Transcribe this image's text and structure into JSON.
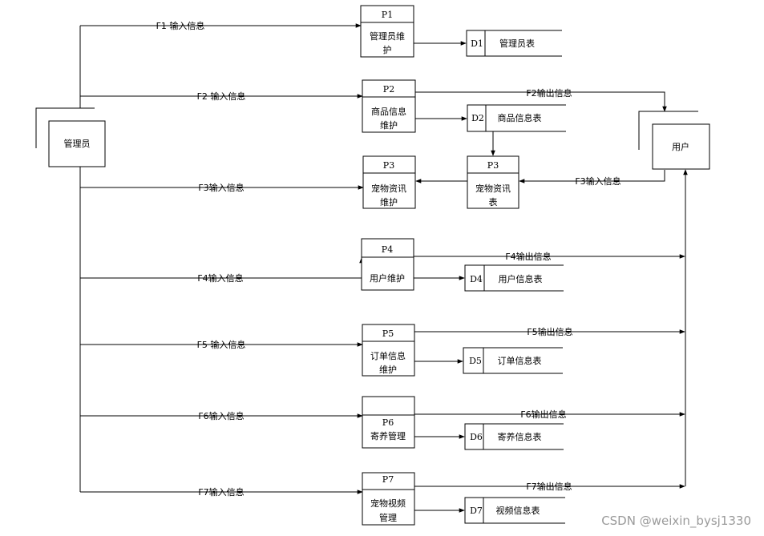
{
  "external_entities": {
    "admin": "管理员",
    "user": "用户"
  },
  "processes": [
    {
      "id": "P1",
      "lines": [
        "管理员维",
        "护"
      ]
    },
    {
      "id": "P2",
      "lines": [
        "商品信息",
        "维护"
      ]
    },
    {
      "id": "P3",
      "lines": [
        "宠物资讯",
        "维护"
      ]
    },
    {
      "id": "P4",
      "lines": [
        "用户维护"
      ]
    },
    {
      "id": "P5",
      "lines": [
        "订单信息",
        "维护"
      ]
    },
    {
      "id": "P6",
      "lines": [
        "寄养管理"
      ]
    },
    {
      "id": "P7",
      "lines": [
        "宠物视频",
        "管理"
      ]
    }
  ],
  "info_table_box": {
    "id": "P3",
    "lines": [
      "宠物资讯",
      "表"
    ]
  },
  "data_stores": [
    {
      "id": "D1",
      "name": "管理员表"
    },
    {
      "id": "D2",
      "name": "商品信息表"
    },
    {
      "id": "D4",
      "name": "用户信息表"
    },
    {
      "id": "D5",
      "name": "订单信息表"
    },
    {
      "id": "D6",
      "name": "寄养信息表"
    },
    {
      "id": "D7",
      "name": "视频信息表"
    }
  ],
  "input_flows": [
    "F1 输入信息",
    "F2 输入信息",
    "F3输入信息",
    "F4输入信息",
    "F5 输入信息",
    "F6输入信息",
    "F7输入信息"
  ],
  "user_input_flow": "F3输入信息",
  "output_flows": [
    "F2输出信息",
    "F4输出信息",
    "F5输出信息",
    "F6输出信息",
    "F7输出信息"
  ],
  "watermark": "CSDN @weixin_bysj1330"
}
